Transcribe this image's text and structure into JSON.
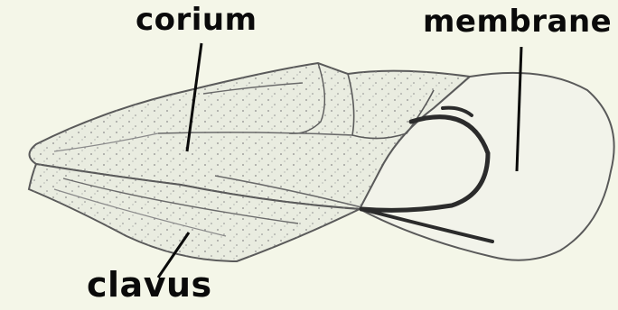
{
  "labels": {
    "corium": "corium",
    "membrane": "membrane",
    "clavus": "clavus"
  },
  "colors": {
    "background": "#f4f6e8",
    "wing_fill": "#e9ece0",
    "outline": "#5a5a5a",
    "vein": "#2b2b2b",
    "stipple": "#8a8a8a",
    "membrane_fill": "#f2f3ea"
  }
}
